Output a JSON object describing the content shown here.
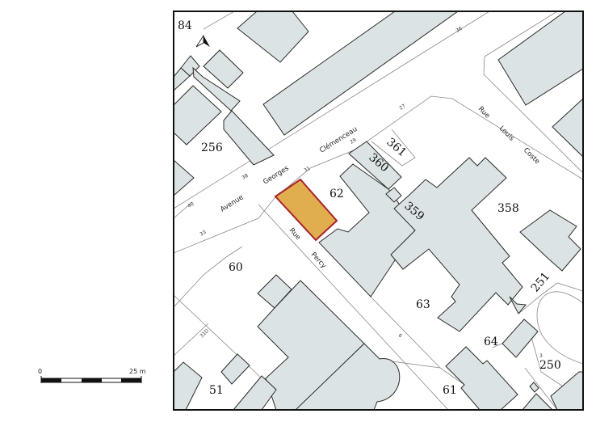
{
  "map": {
    "highlight_color": "#e0ad4f",
    "highlight_border": "#a8242a",
    "building_color": "#dbe3e4",
    "parcels": [
      "84",
      "256",
      "62",
      "360",
      "361",
      "359",
      "358",
      "60",
      "63",
      "251",
      "64",
      "250",
      "51",
      "61"
    ],
    "streets": {
      "avenue": [
        "Avenue",
        "Georges",
        "Clémenceau"
      ],
      "rue_percy": [
        "Rue",
        "Percy"
      ],
      "rue_louis_coste": [
        "Rue",
        "Louis",
        "Coste"
      ]
    },
    "house_numbers": [
      "36",
      "27",
      "29",
      "31",
      "38",
      "40",
      "33",
      "31D",
      "6",
      "3"
    ],
    "north_arrow": "north-arrow-icon"
  },
  "scale_bar": {
    "start_label": "0",
    "end_label": "25 m"
  }
}
